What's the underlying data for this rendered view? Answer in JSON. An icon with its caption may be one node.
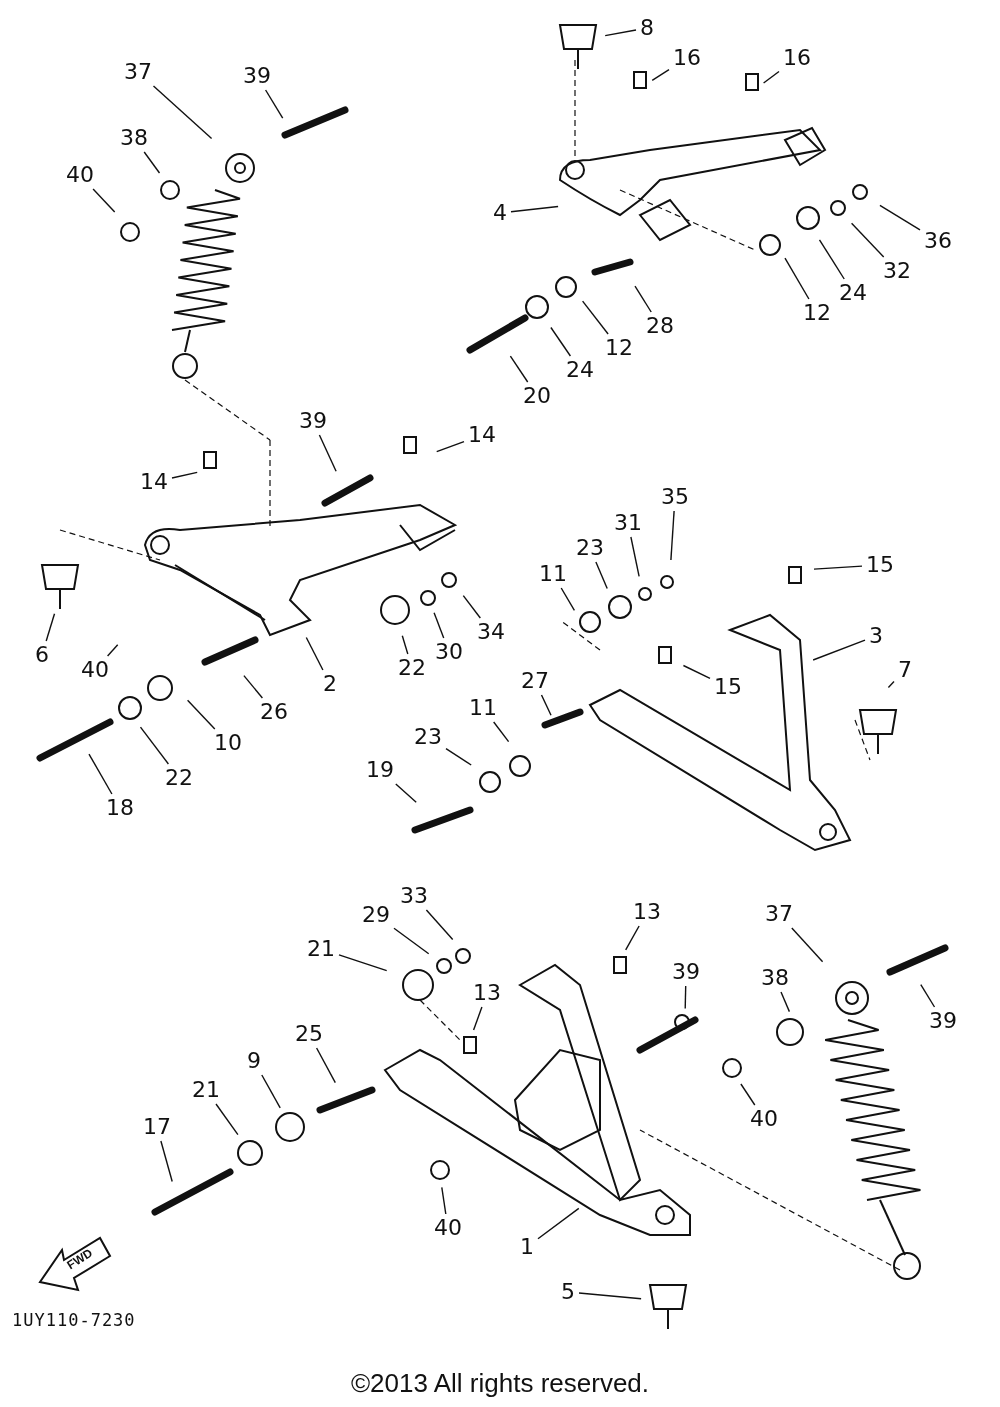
{
  "diagram": {
    "nodes": [
      {
        "text": [
          "8"
        ]
      },
      {
        "text": [
          "16"
        ]
      },
      {
        "text": [
          "16"
        ]
      },
      {
        "text": [
          "37"
        ]
      },
      {
        "text": [
          "39"
        ]
      },
      {
        "text": [
          "38"
        ]
      },
      {
        "text": [
          "40"
        ]
      },
      {
        "text": [
          "4"
        ]
      },
      {
        "text": [
          "36"
        ]
      },
      {
        "text": [
          "32"
        ]
      },
      {
        "text": [
          "24"
        ]
      },
      {
        "text": [
          "12"
        ]
      },
      {
        "text": [
          "28"
        ]
      },
      {
        "text": [
          "12"
        ]
      },
      {
        "text": [
          "24"
        ]
      },
      {
        "text": [
          "20"
        ]
      },
      {
        "text": [
          "39"
        ]
      },
      {
        "text": [
          "14"
        ]
      },
      {
        "text": [
          "14"
        ]
      },
      {
        "text": [
          "6"
        ]
      },
      {
        "text": [
          "40"
        ]
      },
      {
        "text": [
          "2"
        ]
      },
      {
        "text": [
          "22"
        ]
      },
      {
        "text": [
          "30"
        ]
      },
      {
        "text": [
          "34"
        ]
      },
      {
        "text": [
          "35"
        ]
      },
      {
        "text": [
          "31"
        ]
      },
      {
        "text": [
          "23"
        ]
      },
      {
        "text": [
          "11"
        ]
      },
      {
        "text": [
          "15"
        ]
      },
      {
        "text": [
          "3"
        ]
      },
      {
        "text": [
          "15"
        ]
      },
      {
        "text": [
          "7"
        ]
      },
      {
        "text": [
          "26"
        ]
      },
      {
        "text": [
          "10"
        ]
      },
      {
        "text": [
          "22"
        ]
      },
      {
        "text": [
          "18"
        ]
      },
      {
        "text": [
          "27"
        ]
      },
      {
        "text": [
          "11"
        ]
      },
      {
        "text": [
          "23"
        ]
      },
      {
        "text": [
          "19"
        ]
      },
      {
        "text": [
          "33"
        ]
      },
      {
        "text": [
          "29"
        ]
      },
      {
        "text": [
          "21"
        ]
      },
      {
        "text": [
          "13"
        ]
      },
      {
        "text": [
          "39"
        ]
      },
      {
        "text": [
          "37"
        ]
      },
      {
        "text": [
          "38"
        ]
      },
      {
        "text": [
          "39"
        ]
      },
      {
        "text": [
          "13"
        ]
      },
      {
        "text": [
          "25"
        ]
      },
      {
        "text": [
          "9"
        ]
      },
      {
        "text": [
          "21"
        ]
      },
      {
        "text": [
          "17"
        ]
      },
      {
        "text": [
          "40"
        ]
      },
      {
        "text": [
          "40"
        ]
      },
      {
        "text": [
          "1"
        ]
      },
      {
        "text": [
          "5"
        ]
      }
    ],
    "edges": [
      {
        "from": 0,
        "to": null,
        "arrow": "none"
      },
      {
        "from": 1,
        "to": null,
        "arrow": "none"
      },
      {
        "from": 2,
        "to": null,
        "arrow": "none"
      },
      {
        "from": 3,
        "to": null,
        "arrow": "none"
      },
      {
        "from": 4,
        "to": null,
        "arrow": "none"
      },
      {
        "from": 5,
        "to": null,
        "arrow": "none"
      },
      {
        "from": 6,
        "to": null,
        "arrow": "none"
      },
      {
        "from": 7,
        "to": null,
        "arrow": "none"
      },
      {
        "from": 8,
        "to": null,
        "arrow": "none"
      },
      {
        "from": 9,
        "to": null,
        "arrow": "none"
      },
      {
        "from": 10,
        "to": null,
        "arrow": "none"
      },
      {
        "from": 11,
        "to": null,
        "arrow": "none"
      },
      {
        "from": 12,
        "to": null,
        "arrow": "none"
      },
      {
        "from": 13,
        "to": null,
        "arrow": "none"
      },
      {
        "from": 14,
        "to": null,
        "arrow": "none"
      },
      {
        "from": 15,
        "to": null,
        "arrow": "none"
      },
      {
        "from": 16,
        "to": null,
        "arrow": "none"
      },
      {
        "from": 17,
        "to": null,
        "arrow": "none"
      },
      {
        "from": 18,
        "to": null,
        "arrow": "none"
      },
      {
        "from": 19,
        "to": null,
        "arrow": "none"
      },
      {
        "from": 20,
        "to": null,
        "arrow": "none"
      },
      {
        "from": 21,
        "to": null,
        "arrow": "none"
      },
      {
        "from": 22,
        "to": null,
        "arrow": "none"
      },
      {
        "from": 23,
        "to": null,
        "arrow": "none"
      },
      {
        "from": 24,
        "to": null,
        "arrow": "none"
      },
      {
        "from": 25,
        "to": null,
        "arrow": "none"
      },
      {
        "from": 26,
        "to": null,
        "arrow": "none"
      },
      {
        "from": 27,
        "to": null,
        "arrow": "none"
      },
      {
        "from": 28,
        "to": null,
        "arrow": "none"
      },
      {
        "from": 29,
        "to": null,
        "arrow": "none"
      },
      {
        "from": 30,
        "to": null,
        "arrow": "none"
      },
      {
        "from": 31,
        "to": null,
        "arrow": "none"
      },
      {
        "from": 32,
        "to": null,
        "arrow": "none"
      },
      {
        "from": 33,
        "to": null,
        "arrow": "none"
      },
      {
        "from": 34,
        "to": null,
        "arrow": "none"
      },
      {
        "from": 35,
        "to": null,
        "arrow": "none"
      },
      {
        "from": 36,
        "to": null,
        "arrow": "none"
      },
      {
        "from": 37,
        "to": null,
        "arrow": "none"
      },
      {
        "from": 38,
        "to": null,
        "arrow": "none"
      },
      {
        "from": 39,
        "to": null,
        "arrow": "none"
      },
      {
        "from": 40,
        "to": null,
        "arrow": "none"
      },
      {
        "from": 41,
        "to": null,
        "arrow": "none"
      },
      {
        "from": 42,
        "to": null,
        "arrow": "none"
      },
      {
        "from": 43,
        "to": null,
        "arrow": "none"
      },
      {
        "from": 44,
        "to": null,
        "arrow": "none"
      },
      {
        "from": 45,
        "to": null,
        "arrow": "none"
      },
      {
        "from": 46,
        "to": null,
        "arrow": "none"
      },
      {
        "from": 47,
        "to": null,
        "arrow": "none"
      },
      {
        "from": 48,
        "to": null,
        "arrow": "none"
      },
      {
        "from": 49,
        "to": null,
        "arrow": "none"
      },
      {
        "from": 50,
        "to": null,
        "arrow": "none"
      },
      {
        "from": 51,
        "to": null,
        "arrow": "none"
      },
      {
        "from": 52,
        "to": null,
        "arrow": "none"
      },
      {
        "from": 53,
        "to": null,
        "arrow": "none"
      },
      {
        "from": 54,
        "to": null,
        "arrow": "none"
      },
      {
        "from": 55,
        "to": null,
        "arrow": "none"
      },
      {
        "from": 56,
        "to": null,
        "arrow": "none"
      },
      {
        "from": 57,
        "to": null,
        "arrow": "none"
      }
    ],
    "labels": [
      "FWD",
      "1UY110-7230",
      "©2013 All rights reserved."
    ]
  }
}
